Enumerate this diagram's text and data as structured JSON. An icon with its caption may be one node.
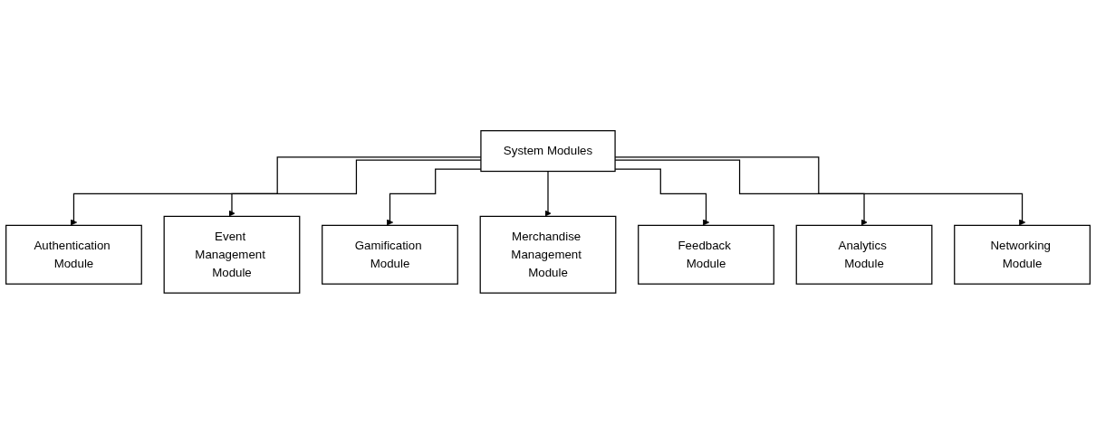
{
  "diagram": {
    "nodes": [
      {
        "text": [
          "System Modules"
        ]
      },
      {
        "text": [
          "Event Management Module"
        ]
      },
      {
        "text": [
          "Merchandise Management Module"
        ]
      },
      {
        "text": [
          "Analytics Module"
        ]
      },
      {
        "text": [
          "Authentication Module"
        ]
      },
      {
        "text": [
          "Gamification Module"
        ]
      },
      {
        "text": [
          "Feedback Module"
        ]
      },
      {
        "text": [
          "Networking Module"
        ]
      }
    ],
    "edges": [
      {
        "from": 0,
        "to": 4,
        "arrow": "to"
      },
      {
        "from": 0,
        "to": 1,
        "arrow": "to"
      },
      {
        "from": 0,
        "to": 5,
        "arrow": "to"
      },
      {
        "from": 0,
        "to": 2,
        "arrow": "to"
      },
      {
        "from": 0,
        "to": 6,
        "arrow": "to"
      },
      {
        "from": 0,
        "to": 3,
        "arrow": "to"
      },
      {
        "from": 0,
        "to": 7,
        "arrow": "to"
      }
    ]
  }
}
